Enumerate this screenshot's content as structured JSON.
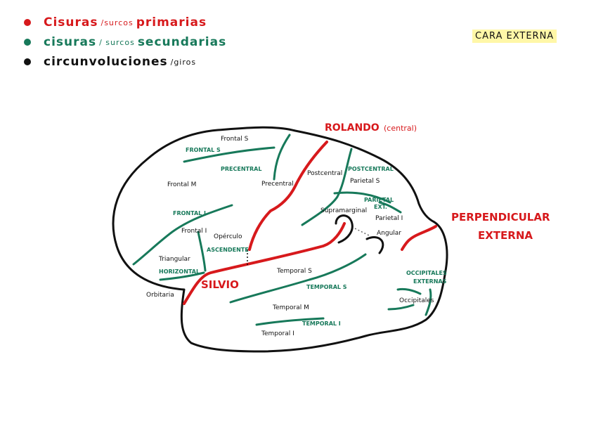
{
  "legend": {
    "primary": {
      "main1": "Cisuras",
      "small": "/surcos",
      "main2": "primarias"
    },
    "secondary": {
      "main1": "cisuras",
      "small": "/ surcos",
      "main2": "secundarias"
    },
    "gyri": {
      "main1": "circunvoluciones",
      "small": "/giros",
      "main2": ""
    }
  },
  "view_tag": "CARA EXTERNA",
  "labels": {
    "rolando": "ROLANDO",
    "rolando_sub": "(central)",
    "perpendicular_1": "PERPENDICULAR",
    "perpendicular_2": "EXTERNA",
    "silvio": "SILVIO",
    "frontal_s_sulcus": "FRONTAL S",
    "precentral_sulcus": "PRECENTRAL",
    "frontal_i_sulcus": "FRONTAL I",
    "ascendente": "ASCENDENTE",
    "horizontal": "HORIZONTAL",
    "postcentral_sulcus": "POSTCENTRAL",
    "parietal_ext_1": "PARIETAL",
    "parietal_ext_2": "EXT.",
    "temporal_s_sulcus": "TEMPORAL S",
    "temporal_i_sulcus": "TEMPORAL I",
    "occipitales_ext_1": "OCCIPITALES",
    "occipitales_ext_2": "EXTERNAS",
    "frontal_s_gyrus": "Frontal S",
    "frontal_m_gyrus": "Frontal M",
    "frontal_i_gyrus": "Frontal I",
    "precentral_gyrus": "Precentral",
    "postcentral_gyrus": "Postcentral",
    "parietal_s_gyrus": "Parietal S",
    "parietal_i_gyrus": "Parietal I",
    "supramarginal": "Supramarginal",
    "angular": "Angular",
    "operculo": "Opérculo",
    "triangular": "Triangular",
    "orbitaria": "Orbitaria",
    "temporal_s_gyrus": "Temporal S",
    "temporal_m_gyrus": "Temporal M",
    "temporal_i_gyrus": "Temporal I",
    "occipitales_gyrus": "Occipitales"
  },
  "colors": {
    "primary": "#d7191c",
    "secondary": "#17795a",
    "gyri": "#111111",
    "highlight": "#fff7a8"
  }
}
